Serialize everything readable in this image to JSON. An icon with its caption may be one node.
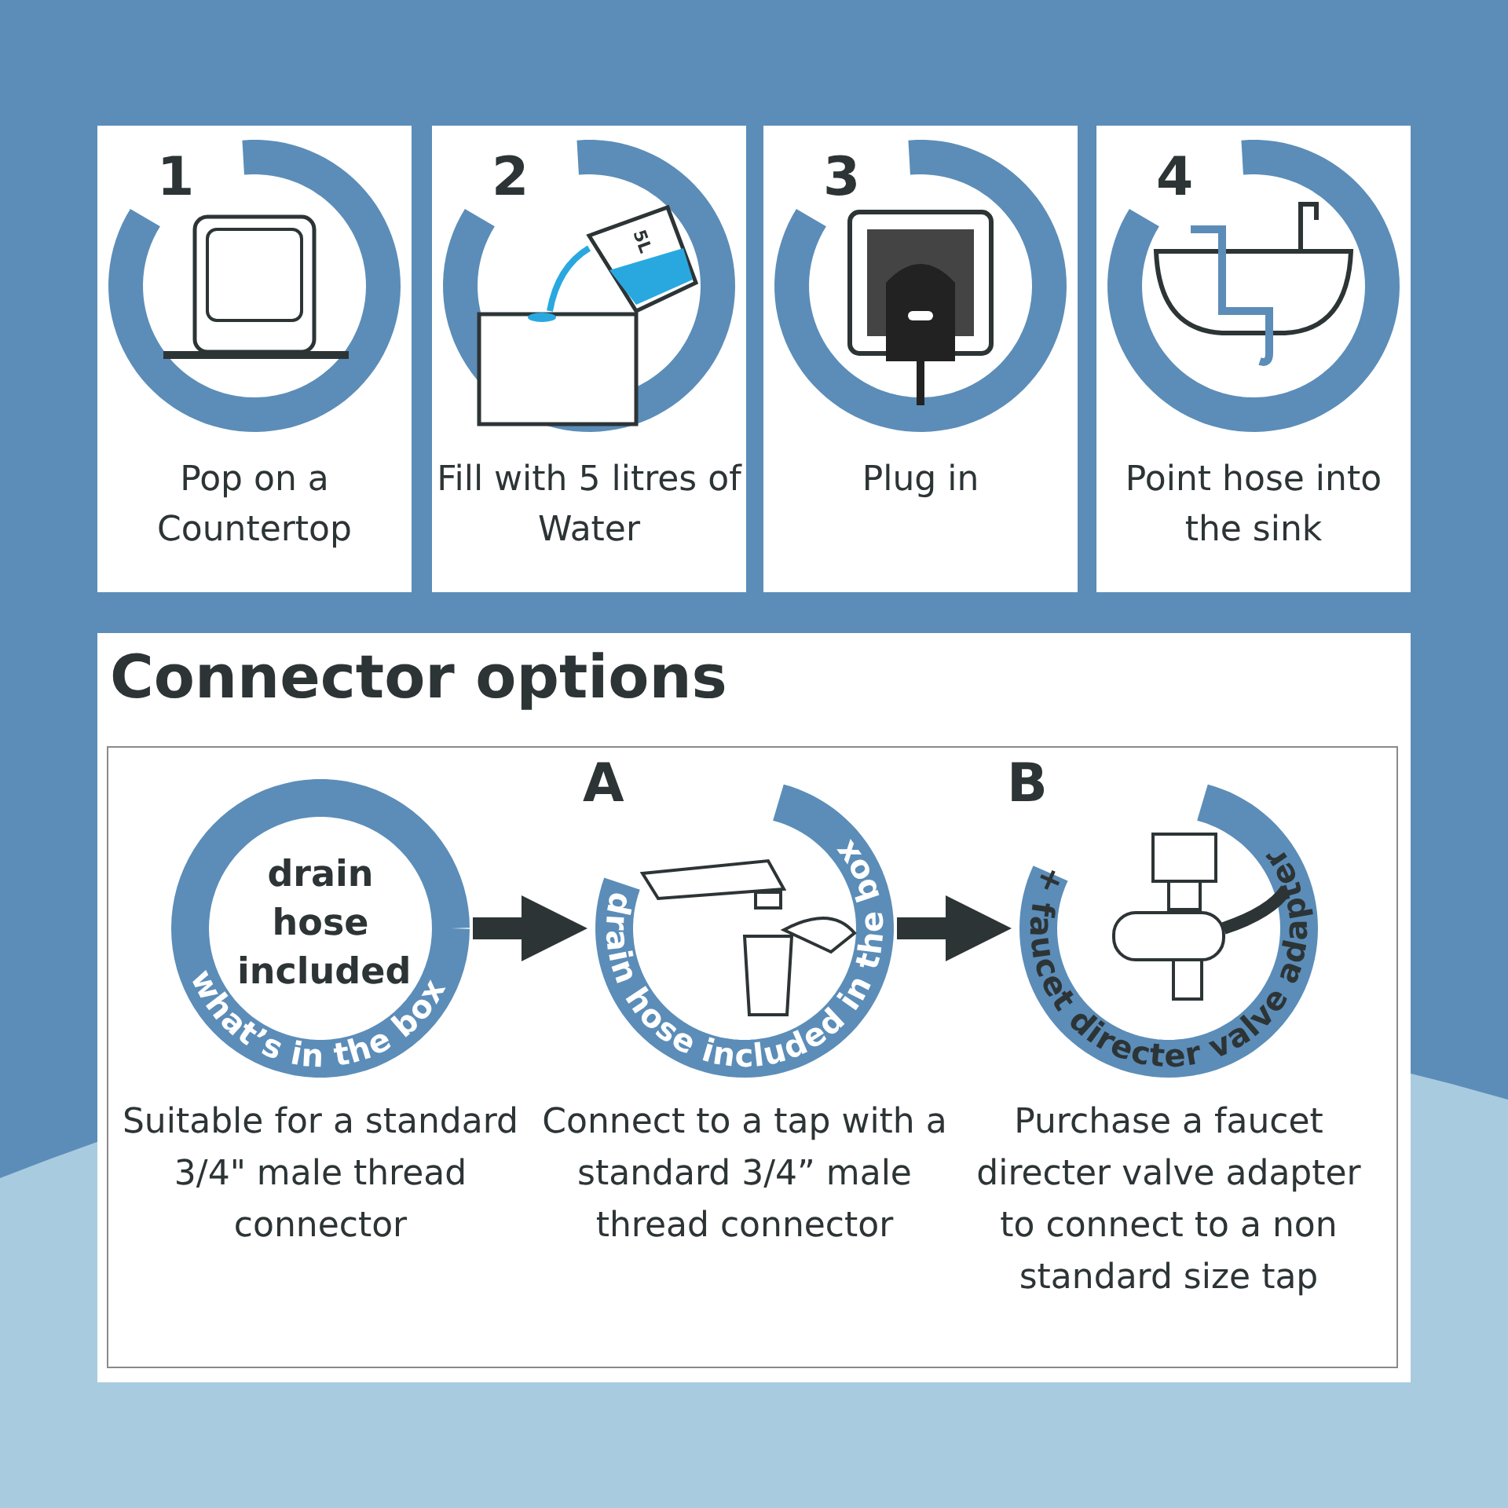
{
  "diagram": {
    "nodes": [
      {
        "text": [
          "1",
          "Pop on a Countertop"
        ]
      },
      {
        "text": [
          "2",
          "Fill with 5 litres of Water"
        ]
      },
      {
        "text": [
          "3",
          "Plug in"
        ]
      },
      {
        "text": [
          "4",
          "Point hose into the sink"
        ]
      },
      {
        "text": [
          "Connector options"
        ]
      },
      {
        "text": [],
        "shape": "box",
        "in": 4
      },
      {
        "text": [
          "drain hose included",
          "what’s in the box"
        ],
        "in": 5,
        "beside": [
          "Suitable for a standard 3/4\" male thread connector"
        ]
      },
      {
        "text": [
          "A",
          "drain hose included in the box"
        ],
        "in": 5,
        "beside": [
          "Connect to a tap with a standard 3/4” male thread connector"
        ]
      },
      {
        "text": [
          "B",
          "+ faucet directer valve adapter"
        ],
        "in": 5,
        "beside": [
          "Purchase a faucet directer valve adapter to connect to a non standard size tap"
        ]
      }
    ],
    "edges": [
      {
        "from": 6,
        "to": 7,
        "arrow": "to"
      },
      {
        "from": 7,
        "to": 8,
        "arrow": "to"
      }
    ],
    "labels": [
      "5L"
    ]
  }
}
